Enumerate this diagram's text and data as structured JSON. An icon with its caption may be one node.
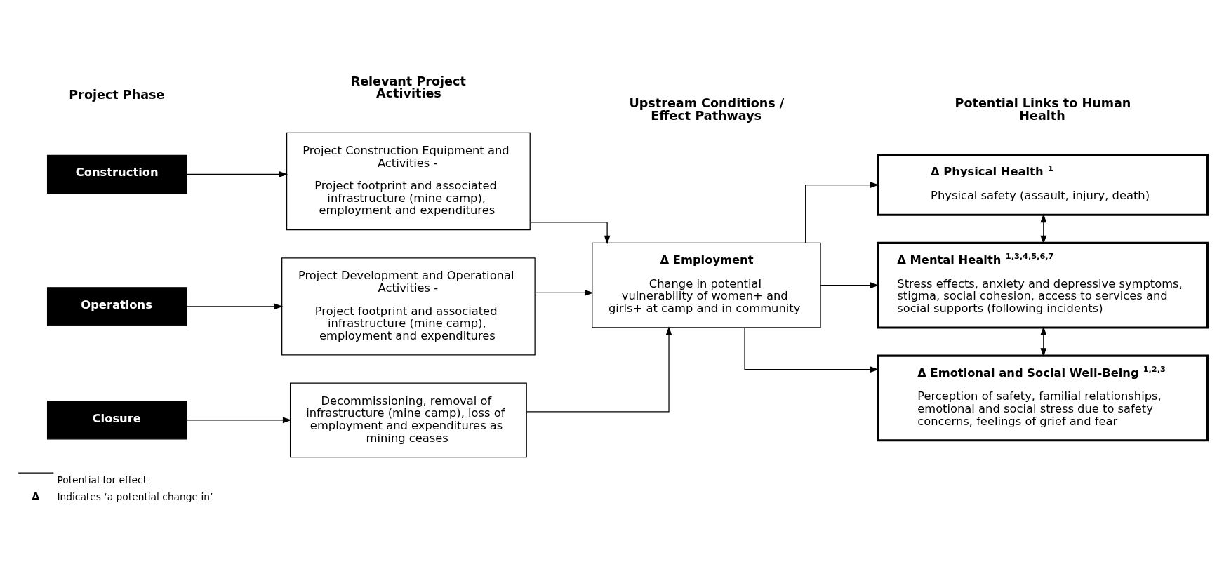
{
  "diagram": {
    "nodes": [
      {
        "text": [
          "Construction"
        ]
      },
      {
        "text": [
          "Operations"
        ]
      },
      {
        "text": [
          "Closure"
        ]
      },
      {
        "text": [
          "Project Construction Equipment and Activities -",
          "Project footprint and associated infrastructure (mine camp), employment and expenditures"
        ]
      },
      {
        "text": [
          "Project Development and Operational Activities -",
          "Project footprint and associated infrastructure (mine camp), employment and expenditures"
        ]
      },
      {
        "text": [
          "Decommissioning, removal of infrastructure (mine camp), loss of employment and expenditures as mining ceases"
        ]
      },
      {
        "text": [
          "Δ Employment",
          "Change in potential vulnerability of women+ and girls+ at camp and in community"
        ]
      },
      {
        "text": [
          "Δ Physical Health $^{1}$",
          "Physical safety (assault, injury, death)"
        ]
      },
      {
        "text": [
          "Δ Mental Health $^{1,3,4,5,6,7}$",
          "Stress effects, anxiety and depressive symptoms, stigma, social cohesion, access to services and social supports (following incidents)"
        ]
      },
      {
        "text": [
          "Δ Emotional and Social Well-Being $^{1,2,3}$",
          "Perception of safety, familial relationships, emotional and social stress due to safety concerns, feelings of grief and fear"
        ]
      }
    ],
    "edges": [
      {
        "from": 0,
        "to": 3,
        "arrow": "to"
      },
      {
        "from": 1,
        "to": 4,
        "arrow": "to"
      },
      {
        "from": 2,
        "to": 5,
        "arrow": "to"
      },
      {
        "from": 3,
        "to": 6,
        "arrow": "to"
      },
      {
        "from": 4,
        "to": 6,
        "arrow": "to"
      },
      {
        "from": 5,
        "to": 6,
        "arrow": "to"
      },
      {
        "from": 6,
        "to": 7,
        "arrow": "to"
      },
      {
        "from": 6,
        "to": 8,
        "arrow": "to"
      },
      {
        "from": 6,
        "to": 9,
        "arrow": "to"
      },
      {
        "from": 7,
        "to": 8,
        "arrow": "both"
      },
      {
        "from": 8,
        "to": 9,
        "arrow": "both"
      }
    ],
    "labels": [
      "Project Phase",
      "Relevant Project Activities",
      "Upstream Conditions / Effect Pathways",
      "Potential Links to Human Health",
      "Δ"
    ],
    "legend": [
      {
        "text": "Potential for effect"
      },
      {
        "text": "Indicates ‘a potential change in’"
      }
    ]
  }
}
